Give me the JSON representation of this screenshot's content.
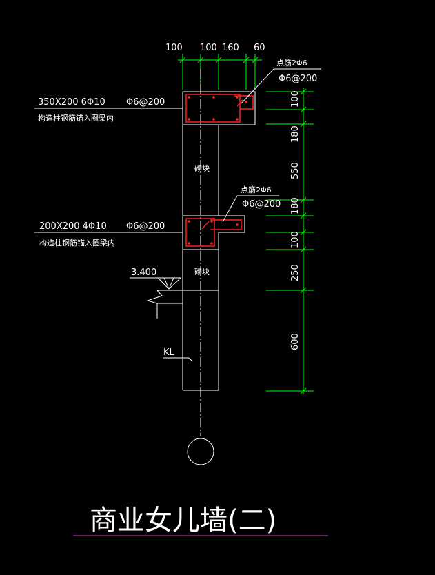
{
  "colors": {
    "background": "#000000",
    "outline": "#ffffff",
    "dimension": "#00ff00",
    "rebar": "#ff2020",
    "title_underline": "#cc33cc"
  },
  "top_dimensions": [
    "100",
    "100",
    "160",
    "60"
  ],
  "right_dimensions": [
    "100",
    "180",
    "550",
    "180",
    "100",
    "250",
    "600"
  ],
  "beam_upper": {
    "size_label": "350X200 6Φ10",
    "stirrup_label": "Φ6@200",
    "note": "构造柱钢筋锚入圈梁内"
  },
  "beam_lower": {
    "size_label": "200X200 4Φ10",
    "stirrup_label": "Φ6@200",
    "note": "构造柱钢筋锚入圈梁内"
  },
  "callout_upper": {
    "line1": "点筋2Φ6",
    "line2": "Φ6@200"
  },
  "callout_lower": {
    "line1": "点筋2Φ6",
    "line2": "Φ6@200"
  },
  "wall_labels": [
    "砌块",
    "砌块"
  ],
  "elevation": "3.400",
  "beam_tag": "KL",
  "title": "商业女儿墙(二)"
}
